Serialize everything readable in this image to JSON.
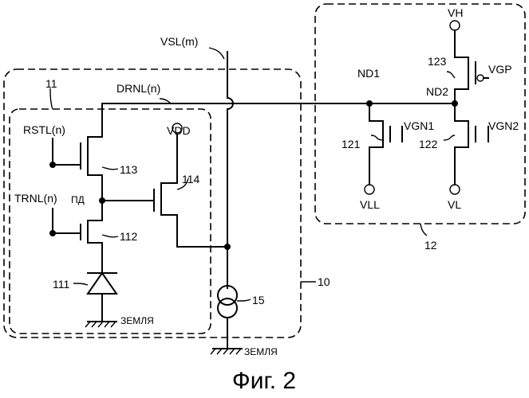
{
  "labels": {
    "vsl": "VSL(m)",
    "drnl": "DRNL(n)",
    "rstl": "RSTL(n)",
    "trnl": "TRNL(n)",
    "vdd": "VDD",
    "pd": "ПД",
    "ground": "ЗЕМЛЯ",
    "nd1": "ND1",
    "nd2": "ND2",
    "vh": "VH",
    "vgp": "VGP",
    "vgn1": "VGN1",
    "vgn2": "VGN2",
    "vll": "VLL",
    "vl": "VL"
  },
  "refs": {
    "r10": "10",
    "r11": "11",
    "r12": "12",
    "r15": "15",
    "r111": "111",
    "r112": "112",
    "r113": "113",
    "r114": "114",
    "r121": "121",
    "r122": "122",
    "r123": "123"
  },
  "caption": "Фиг. 2"
}
